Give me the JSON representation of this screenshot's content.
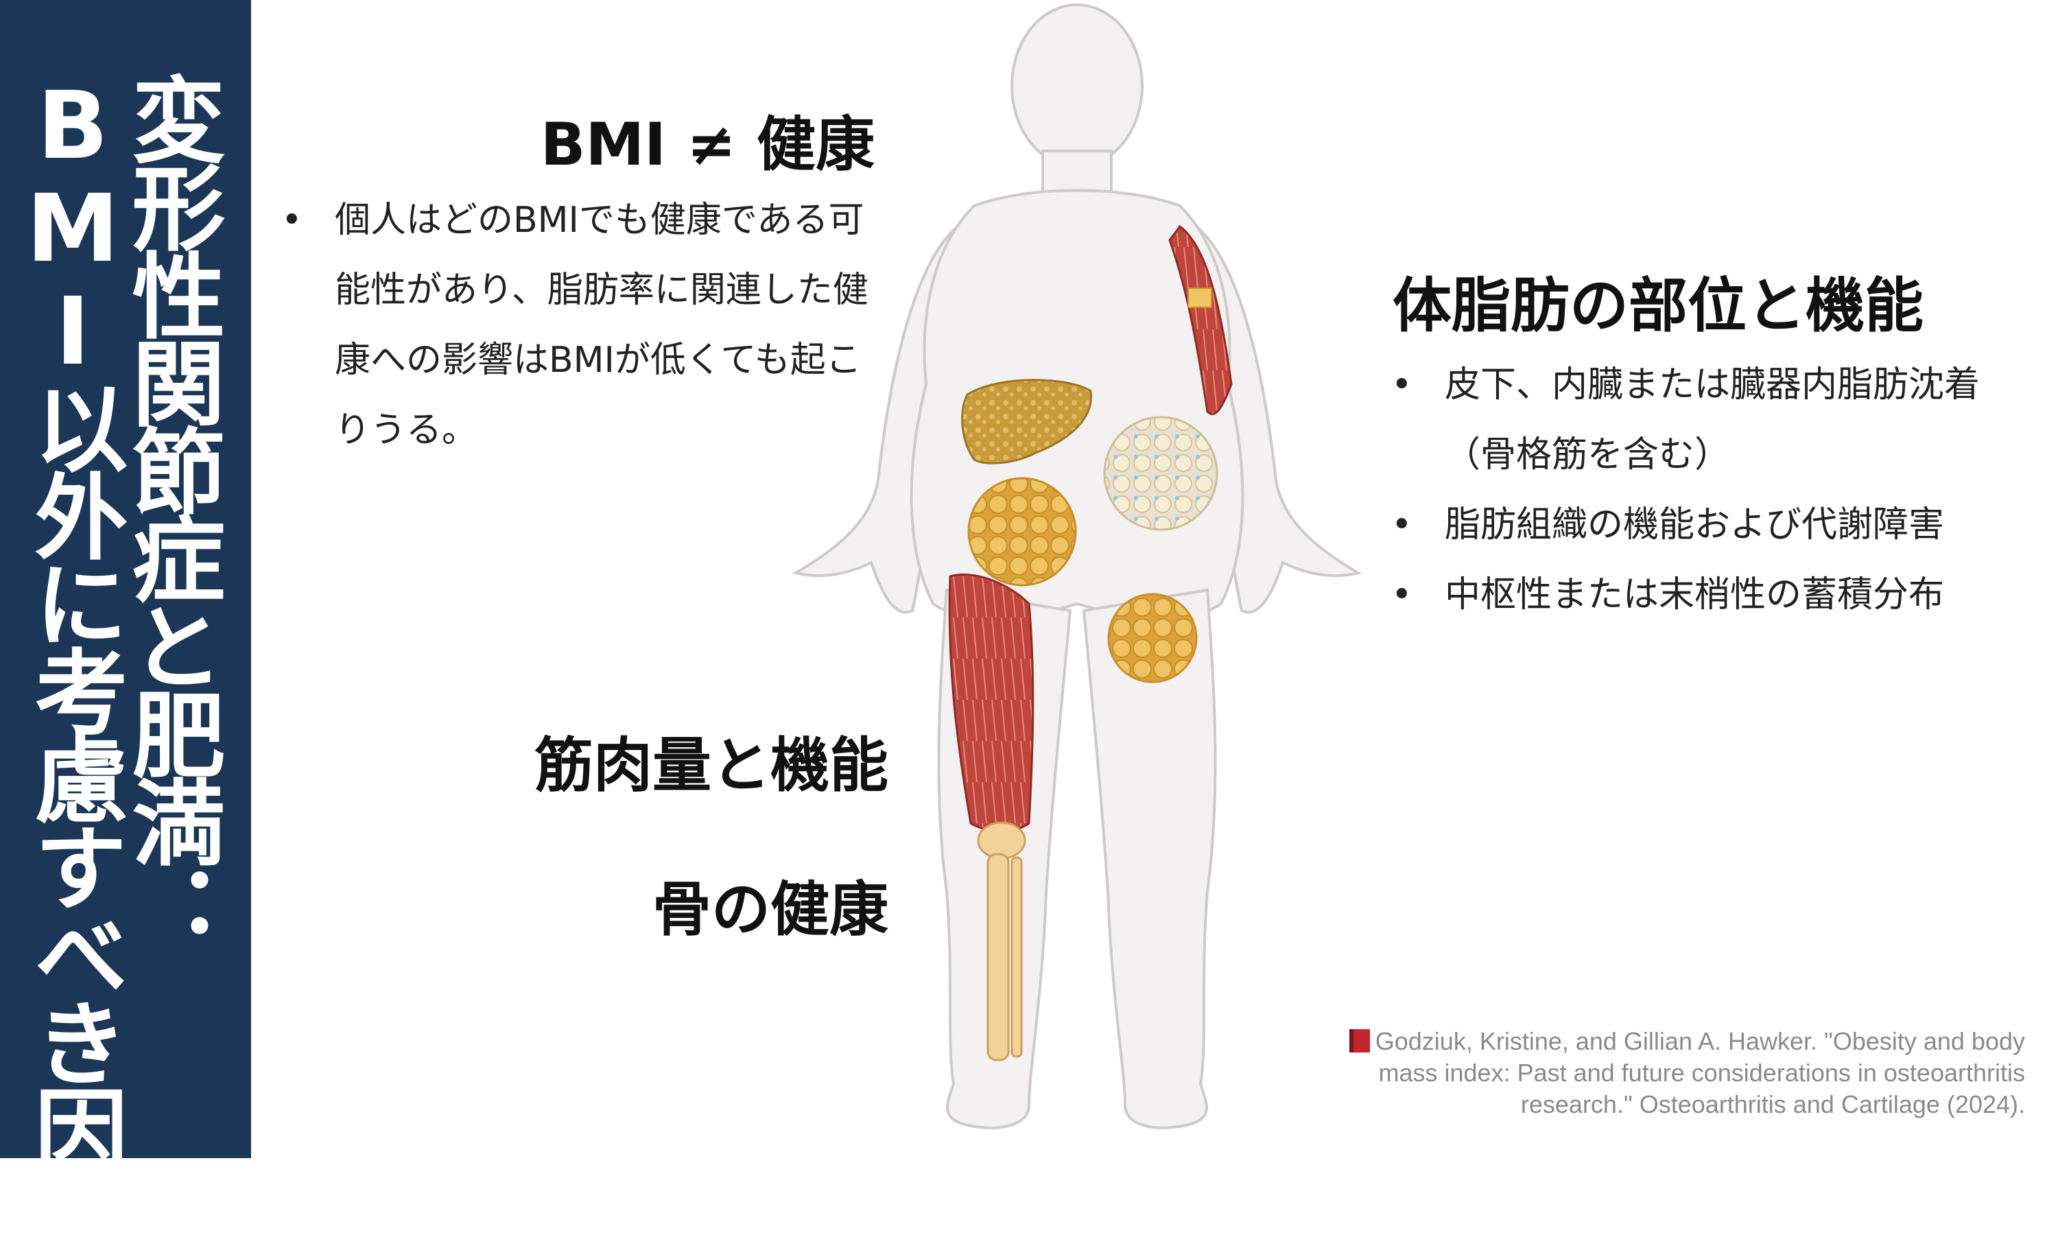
{
  "sidebar": {
    "title_line1": "変形性関節症と肥満：",
    "title_line2": "BMI以外に考慮すべき因子",
    "background": "#1b3656"
  },
  "sections": {
    "bmi": {
      "heading": "BMI ≠ 健康",
      "bullets": [
        "個人はどのBMIでも健康である可能性があり、脂肪率に関連した健康への影響はBMIが低くても起こりうる。"
      ]
    },
    "fat": {
      "heading": "体脂肪の部位と機能",
      "bullets": [
        "皮下、内臓または臓器内脂肪沈着（骨格筋を含む）",
        "脂肪組織の機能および代謝障害",
        "中枢性または末梢性の蓄積分布"
      ]
    },
    "muscle": {
      "heading": "筋肉量と機能"
    },
    "bone": {
      "heading": "骨の健康"
    }
  },
  "figure": {
    "body_fill": "#f3f1f1",
    "muscle_color": "#c0463d",
    "fat_color": "#e8b44a",
    "liver_color": "#c99a3a",
    "bone_color": "#f3d29a"
  },
  "citation": {
    "icon": "book-icon",
    "text": "Godziuk, Kristine, and Gillian A. Hawker. \"Obesity and body mass index: Past and future considerations in osteoarthritis research.\" Osteoarthritis and Cartilage (2024)."
  }
}
